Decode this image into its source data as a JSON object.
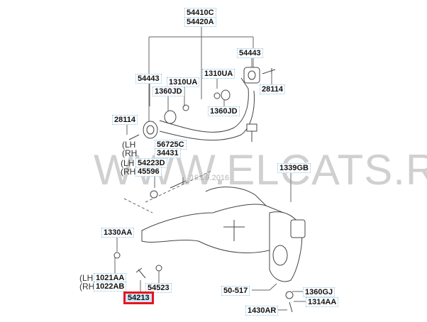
{
  "watermark": "WWW.ELCATS.RU",
  "watermark_date": "19.09.2016",
  "side_labels": {
    "lh": "(LH",
    "rh": "(RH"
  },
  "parts": {
    "p54410C": "54410C",
    "p54420A": "54420A",
    "p54443a": "54443",
    "p54443b": "54443",
    "p1310UAa": "1310UA",
    "p1310UAb": "1310UA",
    "p1360JDa": "1360JD",
    "p1360JDb": "1360JD",
    "p28114a": "28114",
    "p28114b": "28114",
    "p56725C": "56725C",
    "p34431": "34431",
    "p54223D": "54223D",
    "p45596": "45596",
    "p1339GB": "1339GB",
    "p1330AA": "1330AA",
    "p1021AA": "1021AA",
    "p1022AB": "1022AB",
    "p54523": "54523",
    "p54213": "54213",
    "p50517": "50-517",
    "p1360GJ": "1360GJ",
    "p1314AA": "1314AA",
    "p1430AR": "1430AR"
  },
  "colors": {
    "highlight": "#e8141c",
    "label_border": "#8fc3e6"
  }
}
